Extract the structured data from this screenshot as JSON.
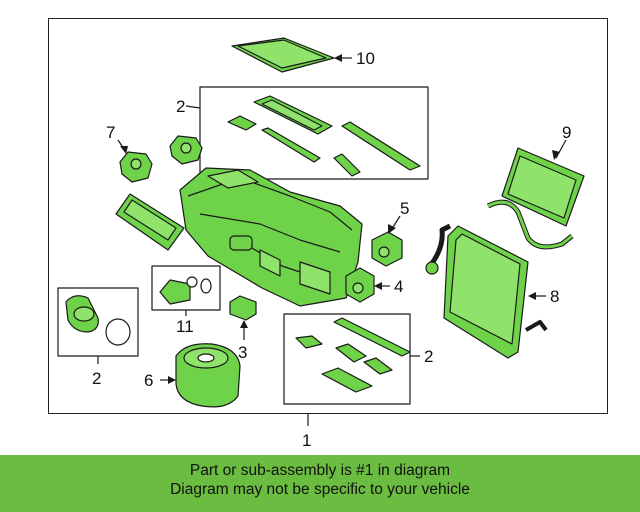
{
  "diagram": {
    "callouts": [
      "1",
      "2",
      "2",
      "2",
      "3",
      "4",
      "5",
      "6",
      "7",
      "8",
      "9",
      "10",
      "11"
    ]
  },
  "banner": {
    "line1": "Part or sub-assembly is #1 in diagram",
    "line2": "Diagram may not be specific to your vehicle"
  },
  "colors": {
    "part_green": "#6fd34a",
    "banner_green": "#6bbd42",
    "outline": "#1a1a1a"
  }
}
